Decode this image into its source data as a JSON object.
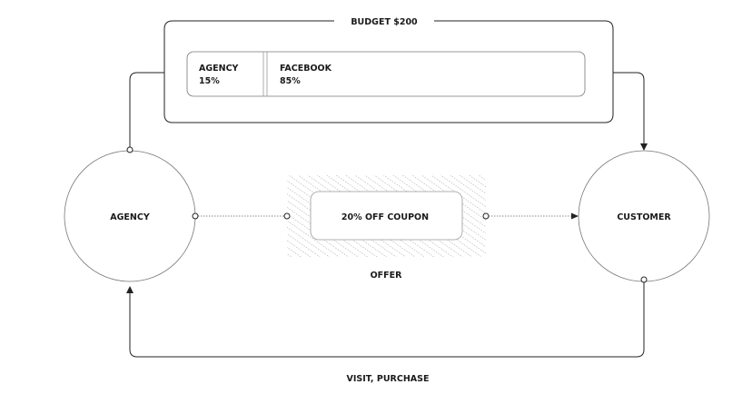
{
  "budget": {
    "title": "BUDGET $200",
    "splits": [
      {
        "name": "AGENCY",
        "share": "15%"
      },
      {
        "name": "FACEBOOK",
        "share": "85%"
      }
    ]
  },
  "nodes": {
    "agency": "AGENCY",
    "customer": "CUSTOMER"
  },
  "offer": {
    "coupon": "20% OFF COUPON",
    "label": "OFFER"
  },
  "return_flow": {
    "label": "VISIT, PURCHASE"
  }
}
